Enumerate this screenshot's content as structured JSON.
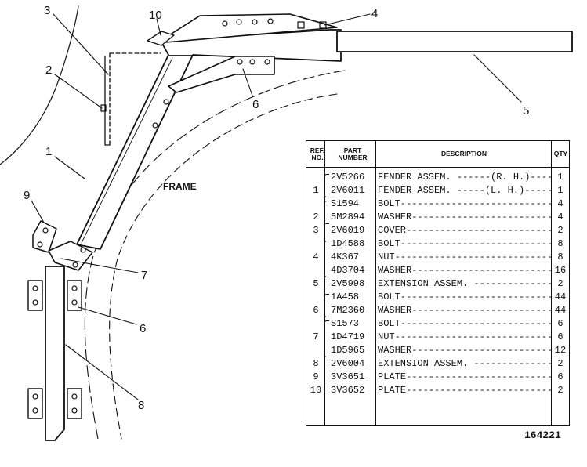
{
  "diagram": {
    "frame_label": "FRAME",
    "callouts": [
      "1",
      "2",
      "3",
      "4",
      "5",
      "6",
      "6",
      "7",
      "8",
      "9",
      "10"
    ]
  },
  "parts_table": {
    "headers": {
      "ref": "REF. NO.",
      "part": "PART NUMBER",
      "description": "DESCRIPTION",
      "qty": "QTY"
    },
    "rows": [
      {
        "ref": "",
        "part": "2V5266",
        "description": "FENDER ASSEM.  ------(R. H.)------",
        "qty": "1"
      },
      {
        "ref": "1",
        "part": "2V6011",
        "description": "FENDER ASSEM.  -----(L. H.)------",
        "qty": "1"
      },
      {
        "ref": "",
        "part": "S1594",
        "description": "BOLT-----------------------------",
        "qty": "4"
      },
      {
        "ref": "2",
        "part": "5M2894",
        "description": "WASHER---------------------------",
        "qty": "4"
      },
      {
        "ref": "3",
        "part": "2V6019",
        "description": "COVER----------------------------",
        "qty": "2"
      },
      {
        "ref": "",
        "part": "1D4588",
        "description": "BOLT-----------------------------",
        "qty": "8"
      },
      {
        "ref": "4",
        "part": "4K367",
        "description": "NUT------------------------------",
        "qty": "8"
      },
      {
        "ref": "",
        "part": "4D3704",
        "description": "WASHER---------------------------",
        "qty": "16"
      },
      {
        "ref": "5",
        "part": "2V5998",
        "description": "EXTENSION ASSEM.  ----------------",
        "qty": "2"
      },
      {
        "ref": "",
        "part": "1A458",
        "description": "BOLT-----------------------------",
        "qty": "44"
      },
      {
        "ref": "6",
        "part": "7M2360",
        "description": "WASHER---------------------------",
        "qty": "44"
      },
      {
        "ref": "",
        "part": "S1573",
        "description": "BOLT-----------------------------",
        "qty": "6"
      },
      {
        "ref": "7",
        "part": "1D4719",
        "description": "NUT------------------------------",
        "qty": "6"
      },
      {
        "ref": "",
        "part": "1D5965",
        "description": "WASHER---------------------------",
        "qty": "12"
      },
      {
        "ref": "8",
        "part": "2V6004",
        "description": "EXTENSION ASSEM.  ----------------",
        "qty": "2"
      },
      {
        "ref": "9",
        "part": "3V3651",
        "description": "PLATE----------------------------",
        "qty": "6"
      },
      {
        "ref": "10",
        "part": "3V3652",
        "description": "PLATE----------------------------",
        "qty": "2"
      }
    ]
  },
  "drawing_number": "164221"
}
